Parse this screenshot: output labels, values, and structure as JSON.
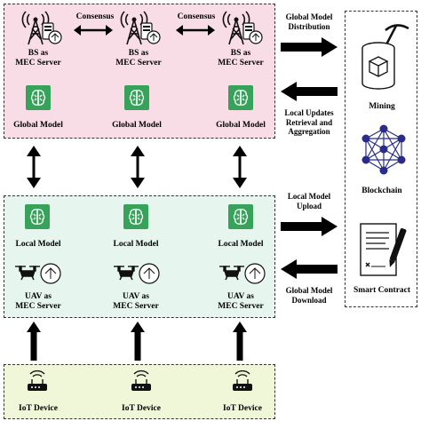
{
  "top_region": {
    "bs_label_line1": "BS as",
    "bs_label_line2": "MEC Server",
    "consensus": "Consensus",
    "global_model": "Global Model"
  },
  "mid_region": {
    "local_model": "Local Model",
    "uav_line1": "UAV as",
    "uav_line2": "MEC Server"
  },
  "bottom_region": {
    "iot_device": "IoT Device"
  },
  "flows": {
    "distribution_line1": "Global Model",
    "distribution_line2": "Distribution",
    "local_updates_line1": "Local Updates",
    "local_updates_line2": "Retrieval and",
    "local_updates_line3": "Aggregation",
    "upload_line1": "Local Model",
    "upload_line2": "Upload",
    "download_line1": "Global Model",
    "download_line2": "Download"
  },
  "blockchain_panel": {
    "mining": "Mining",
    "blockchain": "Blockchain",
    "smart_contract": "Smart Contract"
  },
  "colors": {
    "top_fill": "#f9dde6",
    "mid_fill": "#e6f6ef",
    "bottom_fill": "#f0f6d8",
    "model_icon": "#37a35a"
  }
}
